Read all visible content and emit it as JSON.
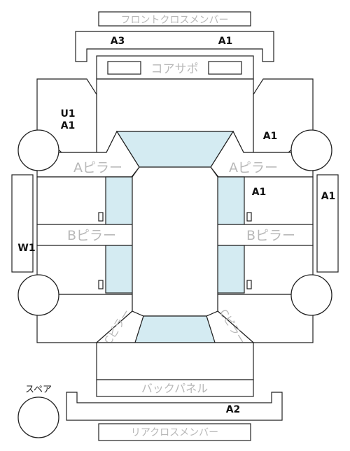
{
  "diagram": {
    "front_cross_member": "フロントクロスメンバー",
    "core_support": "コアサポ",
    "a_pillar_left": "Aピラー",
    "a_pillar_right": "Aピラー",
    "b_pillar_left": "Bピラー",
    "b_pillar_right": "Bピラー",
    "c_pillar_left": "Cピラー",
    "c_pillar_right": "Cピラー",
    "back_panel": "バックパネル",
    "rear_cross_member": "リアクロスメンバー",
    "spare": "スペア"
  },
  "damage_codes": {
    "front_cross_left": "A3",
    "front_cross_right": "A1",
    "left_front_fender_1": "U1",
    "left_front_fender_2": "A1",
    "right_front_fender": "A1",
    "right_front_door": "A1",
    "right_side_panel": "A1",
    "left_side_panel": "W1",
    "rear_cross": "A2"
  },
  "colors": {
    "glass": "#d4ebf2",
    "outline": "#222222",
    "label_grey": "#b8b8b8",
    "code_text": "#111111"
  }
}
